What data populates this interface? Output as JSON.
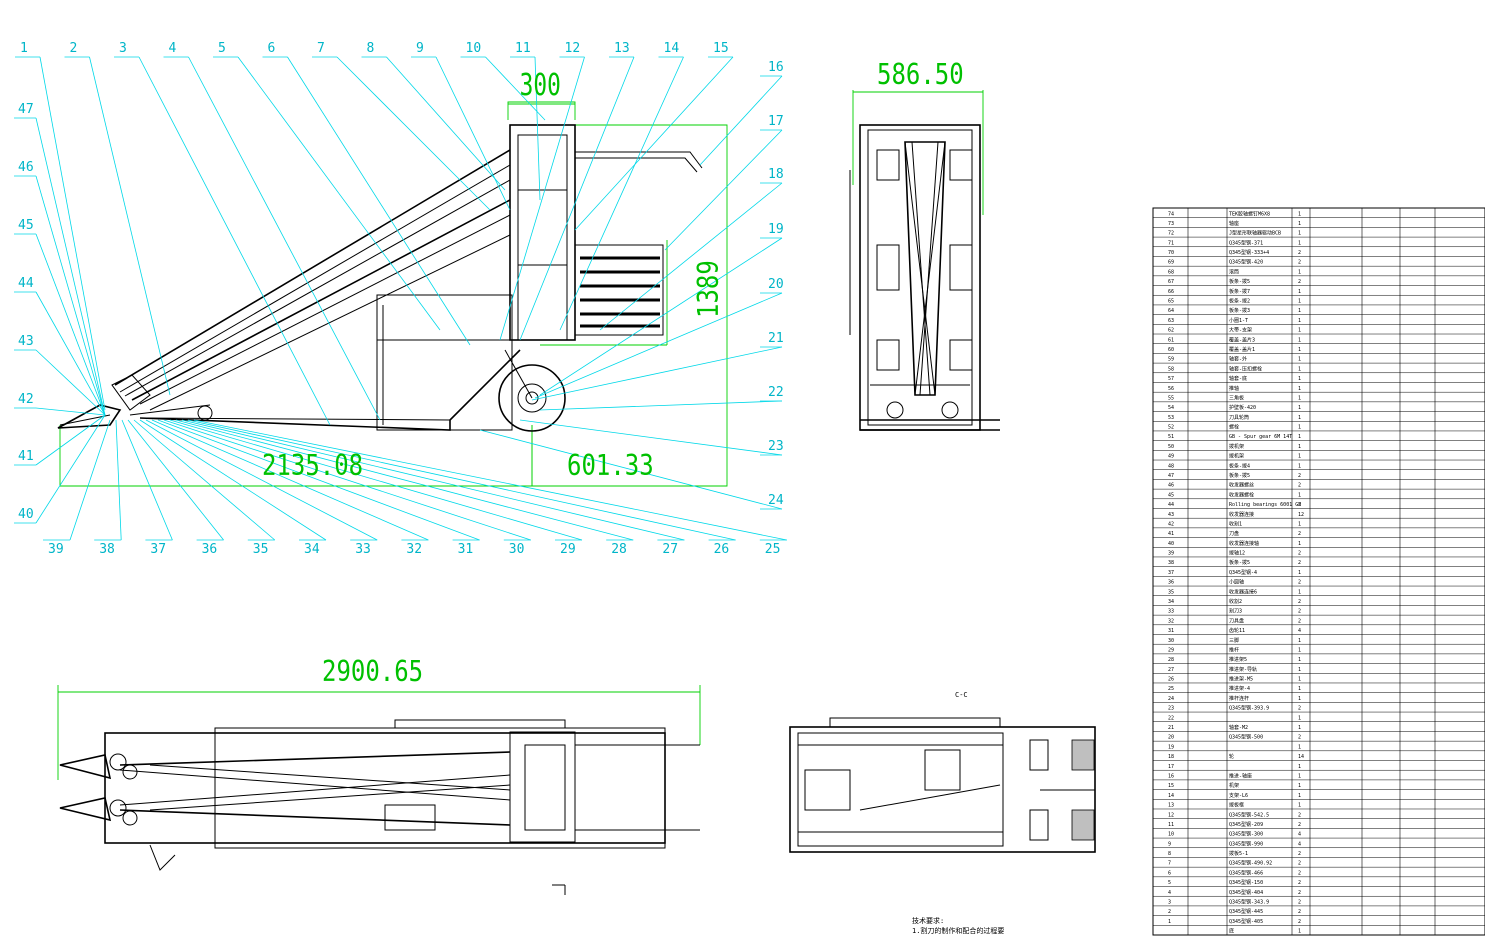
{
  "colors": {
    "background": "#ffffff",
    "geometry": "#000000",
    "dimension": "#00c000",
    "leader": "#00d8e8",
    "balloon_text": "#00b5c8"
  },
  "dimensions": {
    "side_width": "300",
    "side_height": "1389",
    "side_length": "2135.08",
    "side_rear": "601.33",
    "front_width": "586.50",
    "top_length": "2900.65"
  },
  "section_marker": "C-C",
  "balloons_top": [
    "1",
    "2",
    "3",
    "4",
    "5",
    "6",
    "7",
    "8",
    "9",
    "10",
    "11",
    "12",
    "13",
    "14",
    "15"
  ],
  "balloons_right": [
    "16",
    "17",
    "18",
    "19",
    "20",
    "21",
    "22",
    "23",
    "24"
  ],
  "balloons_bottom": [
    "39",
    "38",
    "37",
    "36",
    "35",
    "34",
    "33",
    "32",
    "31",
    "30",
    "29",
    "28",
    "27",
    "26",
    "25"
  ],
  "balloons_left": [
    "47",
    "46",
    "45",
    "44",
    "43",
    "42",
    "41",
    "40"
  ],
  "notes": [
    "技术要求:",
    "1.割刀的制作和配合的过程要"
  ],
  "parts_table": [
    [
      "74",
      "",
      "TEK胶轴螺钉M6X8",
      "1"
    ],
    [
      "73",
      "",
      "轴座",
      "1"
    ],
    [
      "72",
      "",
      "J型星形联轴器驱动BCB",
      "1"
    ],
    [
      "71",
      "",
      "Q345型钢-371",
      "1"
    ],
    [
      "70",
      "",
      "Q345型钢-333+4",
      "2"
    ],
    [
      "69",
      "",
      "Q345型钢-420",
      "2"
    ],
    [
      "68",
      "",
      "滚筒",
      "1"
    ],
    [
      "67",
      "",
      "板条-拨5",
      "2"
    ],
    [
      "66",
      "",
      "板条-拨7",
      "1"
    ],
    [
      "65",
      "",
      "板条-拨2",
      "1"
    ],
    [
      "64",
      "",
      "板条-拨3",
      "1"
    ],
    [
      "63",
      "",
      "小圈1-T",
      "1"
    ],
    [
      "62",
      "",
      "大带-支架",
      "1"
    ],
    [
      "61",
      "",
      "覆盖-盖片3",
      "1"
    ],
    [
      "60",
      "",
      "覆盖-盖片1",
      "1"
    ],
    [
      "59",
      "",
      "轴套-外",
      "1"
    ],
    [
      "58",
      "",
      "轴套-压扣螺栓",
      "1"
    ],
    [
      "57",
      "",
      "轴套-底",
      "1"
    ],
    [
      "56",
      "",
      "推轴",
      "1"
    ],
    [
      "55",
      "",
      "三角板",
      "1"
    ],
    [
      "54",
      "",
      "护壁板-420",
      "1"
    ],
    [
      "53",
      "",
      "刀具轮筒",
      "1"
    ],
    [
      "52",
      "",
      "螺栓",
      "1"
    ],
    [
      "51",
      "",
      "GB - Spur gear 6M 14T",
      "1"
    ],
    [
      "50",
      "",
      "拨机架",
      "1"
    ],
    [
      "49",
      "",
      "拨机架",
      "1"
    ],
    [
      "48",
      "",
      "板条-拨4",
      "1"
    ],
    [
      "47",
      "",
      "板条-拨5",
      "2"
    ],
    [
      "46",
      "",
      "收发器螺丝",
      "2"
    ],
    [
      "45",
      "",
      "收发器螺栓",
      "1"
    ],
    [
      "44",
      "",
      "Rolling bearings 6001 GB",
      "2"
    ],
    [
      "43",
      "",
      "收发器连接",
      "12"
    ],
    [
      "42",
      "",
      "收割1",
      "1"
    ],
    [
      "41",
      "",
      "刀盘",
      "2"
    ],
    [
      "40",
      "",
      "收发器连接轴",
      "1"
    ],
    [
      "39",
      "",
      "拨轴12",
      "2"
    ],
    [
      "38",
      "",
      "板条-拨5",
      "2"
    ],
    [
      "37",
      "",
      "Q345型钢-4",
      "1"
    ],
    [
      "36",
      "",
      "小圆轴",
      "2"
    ],
    [
      "35",
      "",
      "收发器连接6",
      "1"
    ],
    [
      "34",
      "",
      "收割2",
      "2"
    ],
    [
      "33",
      "",
      "割刀3",
      "2"
    ],
    [
      "32",
      "",
      "刀具盘",
      "2"
    ],
    [
      "31",
      "",
      "齿轮11",
      "4"
    ],
    [
      "30",
      "",
      "三脚",
      "1"
    ],
    [
      "29",
      "",
      "推杆",
      "1"
    ],
    [
      "28",
      "",
      "推进架5",
      "1"
    ],
    [
      "27",
      "",
      "推进架-导轨",
      "1"
    ],
    [
      "26",
      "",
      "推进架-M5",
      "1"
    ],
    [
      "25",
      "",
      "推进架-4",
      "1"
    ],
    [
      "24",
      "",
      "推杆连杆",
      "1"
    ],
    [
      "23",
      "",
      "Q345型钢-393.9",
      "2"
    ],
    [
      "22",
      "",
      "",
      "1"
    ],
    [
      "21",
      "",
      "轴套-M2",
      "1"
    ],
    [
      "20",
      "",
      "Q345型钢-500",
      "2"
    ],
    [
      "19",
      "",
      "",
      "1"
    ],
    [
      "18",
      "",
      "轮",
      "14"
    ],
    [
      "17",
      "",
      "",
      "1"
    ],
    [
      "16",
      "",
      "推进-轴座",
      "1"
    ],
    [
      "15",
      "",
      "机架",
      "1"
    ],
    [
      "14",
      "",
      "支架-L6",
      "1"
    ],
    [
      "13",
      "",
      "拨板框",
      "1"
    ],
    [
      "12",
      "",
      "Q345型钢-542.5",
      "2"
    ],
    [
      "11",
      "",
      "Q345型钢-209",
      "2"
    ],
    [
      "10",
      "",
      "Q345型钢-300",
      "4"
    ],
    [
      "9",
      "",
      "Q345型钢-990",
      "4"
    ],
    [
      "8",
      "",
      "拨板5-1",
      "2"
    ],
    [
      "7",
      "",
      "Q345型钢-490.92",
      "2"
    ],
    [
      "6",
      "",
      "Q345型钢-466",
      "2"
    ],
    [
      "5",
      "",
      "Q345型钢-150",
      "2"
    ],
    [
      "4",
      "",
      "Q345型钢-404",
      "2"
    ],
    [
      "3",
      "",
      "Q345型钢-343.9",
      "2"
    ],
    [
      "2",
      "",
      "Q345型钢-445",
      "2"
    ],
    [
      "1",
      "",
      "Q345型钢-405",
      "2"
    ],
    [
      "",
      "",
      "底",
      "1"
    ]
  ]
}
